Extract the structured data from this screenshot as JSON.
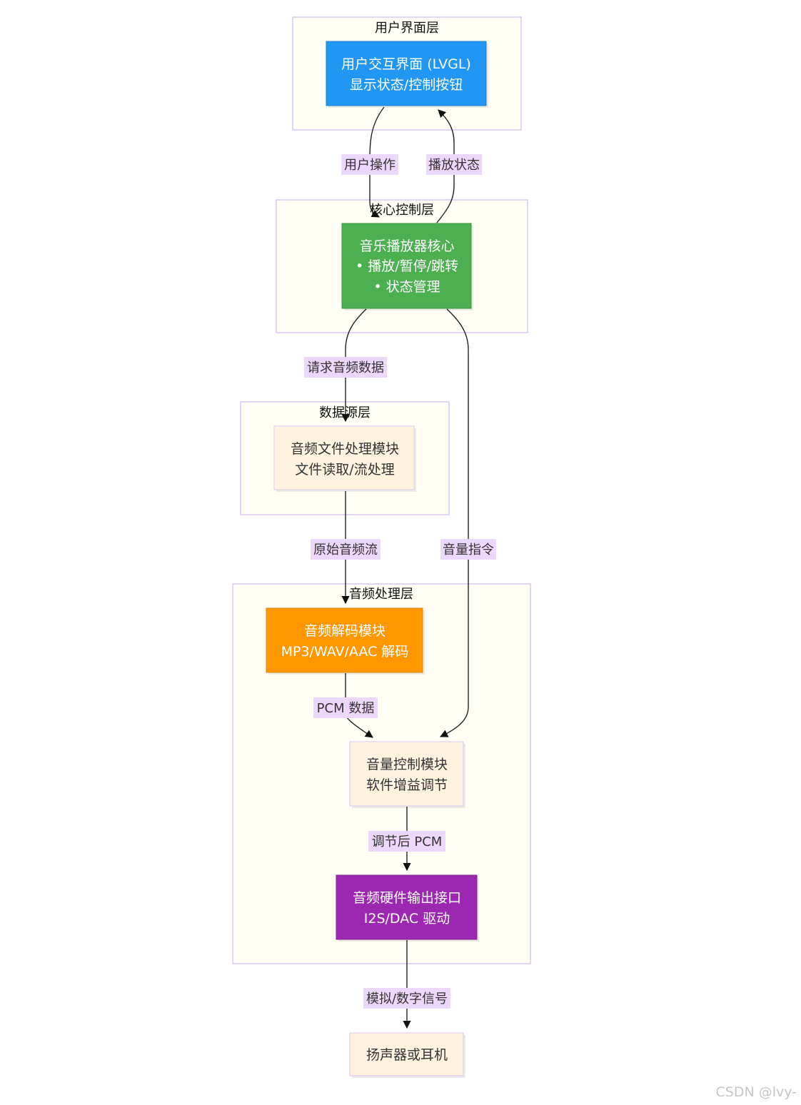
{
  "colors": {
    "ui_node": "#2196f3",
    "core_node": "#4caf50",
    "decode_node": "#ff9800",
    "output_node": "#9c27b0",
    "light_node": "#fff3e0",
    "cluster_fill": "#fffff6",
    "cluster_border": "#d9c7f0",
    "edge_label_bg": "#ecd8fb"
  },
  "clusters": {
    "ui": "用户界面层",
    "core": "核心控制层",
    "source": "数据源层",
    "audio": "音频处理层"
  },
  "nodes": {
    "ui": [
      "用户交互界面 (LVGL)",
      "显示状态/控制按钮"
    ],
    "core": [
      "音乐播放器核心",
      "• 播放/暂停/跳转",
      "• 状态管理"
    ],
    "file": [
      "音频文件处理模块",
      "文件读取/流处理"
    ],
    "decoder": [
      "音频解码模块",
      "MP3/WAV/AAC 解码"
    ],
    "volume": [
      "音量控制模块",
      "软件增益调节"
    ],
    "hw": [
      "音频硬件输出接口",
      "I2S/DAC 驱动"
    ],
    "speaker": [
      "扬声器或耳机"
    ]
  },
  "edges": {
    "user_op": "用户操作",
    "play_state": "播放状态",
    "request_audio": "请求音频数据",
    "raw_stream": "原始音频流",
    "volume_cmd": "音量指令",
    "pcm": "PCM 数据",
    "adjusted_pcm": "调节后 PCM",
    "signal": "模拟/数字信号"
  },
  "watermark": "CSDN @lvy-"
}
